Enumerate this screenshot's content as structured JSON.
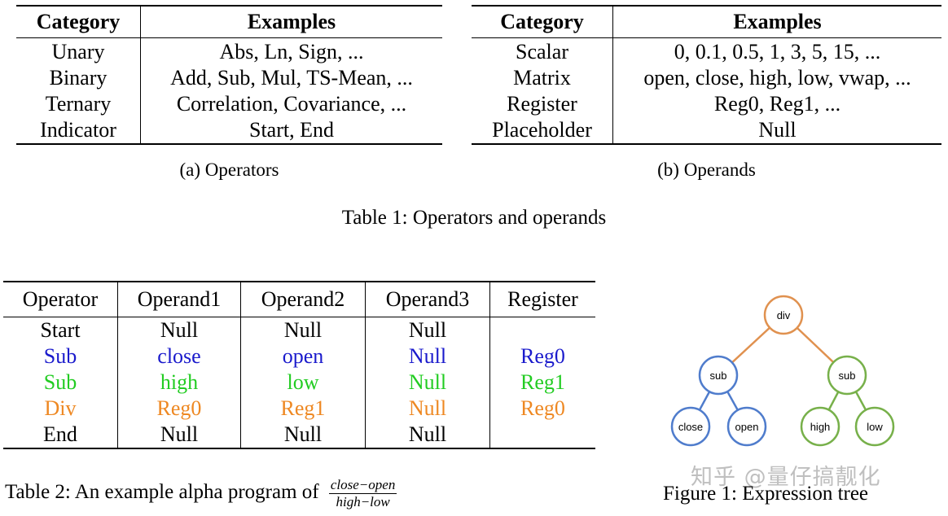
{
  "table1": {
    "operators": {
      "headers": [
        "Category",
        "Examples"
      ],
      "rows": [
        [
          "Unary",
          "Abs, Ln, Sign, ..."
        ],
        [
          "Binary",
          "Add, Sub, Mul, TS-Mean, ..."
        ],
        [
          "Ternary",
          "Correlation, Covariance, ..."
        ],
        [
          "Indicator",
          "Start, End"
        ]
      ],
      "caption": "(a) Operators"
    },
    "operands": {
      "headers": [
        "Category",
        "Examples"
      ],
      "rows": [
        [
          "Scalar",
          "0, 0.1, 0.5, 1, 3, 5, 15, ..."
        ],
        [
          "Matrix",
          "open, close, high, low, vwap, ..."
        ],
        [
          "Register",
          "Reg0, Reg1, ..."
        ],
        [
          "Placeholder",
          "Null"
        ]
      ],
      "caption": "(b) Operands"
    },
    "caption": "Table 1: Operators and operands"
  },
  "table2": {
    "headers": [
      "Operator",
      "Operand1",
      "Operand2",
      "Operand3",
      "Register"
    ],
    "rows": [
      [
        "Start",
        "Null",
        "Null",
        "Null",
        ""
      ],
      [
        "Sub",
        "close",
        "open",
        "Null",
        "Reg0"
      ],
      [
        "Sub",
        "high",
        "low",
        "Null",
        "Reg1"
      ],
      [
        "Div",
        "Reg0",
        "Reg1",
        "Null",
        "Reg0"
      ],
      [
        "End",
        "Null",
        "Null",
        "Null",
        ""
      ]
    ],
    "row_colors": {
      "1": [
        "#1a1acc",
        "#1a1acc",
        "#1a1acc",
        "#1a1acc",
        "#1a1acc"
      ],
      "2": [
        "#22cc22",
        "#22cc22",
        "#22cc22",
        "#22cc22",
        "#22cc22"
      ],
      "3": [
        "#ee8822",
        "#ee8822",
        "#ee8822",
        "#ee8822",
        "#ee8822"
      ]
    },
    "caption_prefix": "Table 2: An example alpha program of",
    "caption_fraction": {
      "numerator": "close−open",
      "denominator": "high−low"
    }
  },
  "figure1": {
    "nodes": {
      "root": "div",
      "left": "sub",
      "right": "sub",
      "ll": "close",
      "lr": "open",
      "rl": "high",
      "rr": "low"
    },
    "colors": {
      "root": "#e0914f",
      "left": "#4f7ccc",
      "right": "#77b04a"
    },
    "caption": "Figure 1: Expression tree"
  },
  "watermark": "知乎 @量仔搞靓化"
}
